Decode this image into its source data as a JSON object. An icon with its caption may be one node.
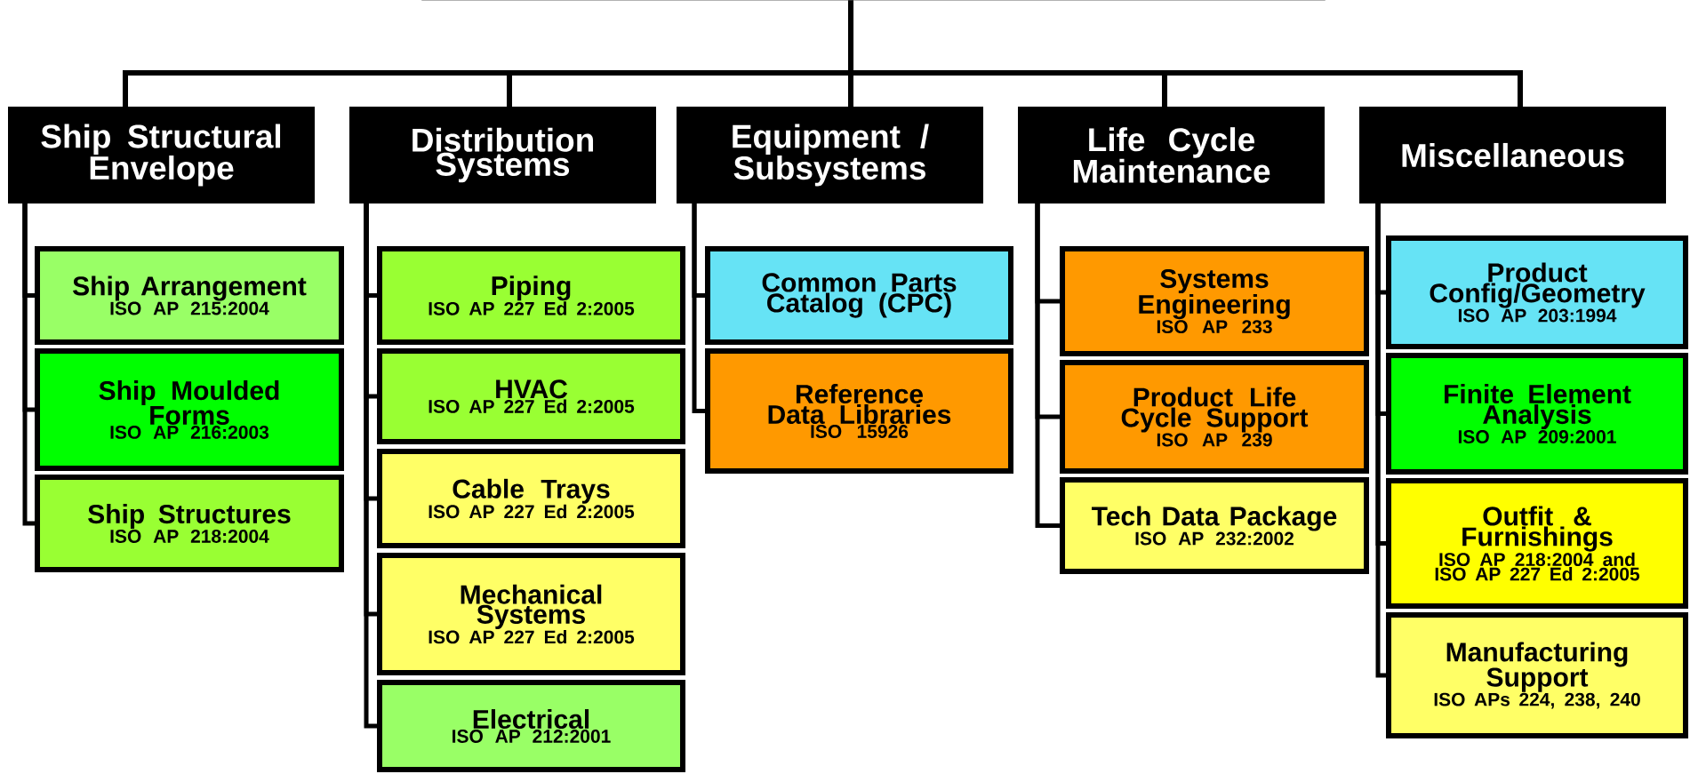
{
  "diagram": {
    "nodes": [
      {
        "text": [],
        "shape": "box"
      },
      {
        "text": [
          "Ship Structural Envelope"
        ]
      },
      {
        "text": [
          "Distribution Systems"
        ]
      },
      {
        "text": [
          "Equipment / Subsystems"
        ]
      },
      {
        "text": [
          "Life Cycle Maintenance"
        ]
      },
      {
        "text": [
          "Miscellaneous"
        ]
      },
      {
        "text": [
          "Ship Arrangement",
          "ISO AP 215:2004"
        ]
      },
      {
        "text": [
          "Ship Moulded Forms",
          "ISO AP 216:2003"
        ]
      },
      {
        "text": [
          "Ship Structures",
          "ISO AP 218:2004"
        ]
      },
      {
        "text": [
          "Piping",
          "ISO AP 227 Ed 2:2005"
        ]
      },
      {
        "text": [
          "HVAC",
          "ISO AP 227 Ed 2:2005"
        ]
      },
      {
        "text": [
          "Cable Trays",
          "ISO AP 227 Ed 2:2005"
        ]
      },
      {
        "text": [
          "Mechanical Systems",
          "ISO AP 227 Ed 2:2005"
        ]
      },
      {
        "text": [
          "Electrical",
          "ISO AP 212:2001"
        ]
      },
      {
        "text": [
          "Common Parts Catalog (CPC)"
        ]
      },
      {
        "text": [
          "Reference Data Libraries",
          "ISO 15926"
        ]
      },
      {
        "text": [
          "Systems Engineering",
          "ISO AP 233"
        ]
      },
      {
        "text": [
          "Product Life Cycle Support",
          "ISO AP 239"
        ]
      },
      {
        "text": [
          "Tech Data Package",
          "ISO AP 232:2002"
        ]
      },
      {
        "text": [
          "Product Config/Geometry",
          "ISO AP 203:1994"
        ]
      },
      {
        "text": [
          "Finite Element Analysis",
          "ISO AP 209:2001"
        ]
      },
      {
        "text": [
          "Outfit & Furnishings",
          "ISO AP 218:2004 and ISO AP 227 Ed 2:2005"
        ]
      },
      {
        "text": [
          "Manufacturing Support",
          "ISO APs 224, 238, 240"
        ]
      }
    ],
    "edges": [
      {
        "from": 0,
        "to": 1,
        "arrow": "none"
      },
      {
        "from": 0,
        "to": 2,
        "arrow": "none"
      },
      {
        "from": 0,
        "to": 3,
        "arrow": "none"
      },
      {
        "from": 0,
        "to": 4,
        "arrow": "none"
      },
      {
        "from": 0,
        "to": 5,
        "arrow": "none"
      },
      {
        "from": 1,
        "to": 6,
        "arrow": "none"
      },
      {
        "from": 1,
        "to": 7,
        "arrow": "none"
      },
      {
        "from": 1,
        "to": 8,
        "arrow": "none"
      },
      {
        "from": 2,
        "to": 9,
        "arrow": "none"
      },
      {
        "from": 2,
        "to": 10,
        "arrow": "none"
      },
      {
        "from": 2,
        "to": 11,
        "arrow": "none"
      },
      {
        "from": 2,
        "to": 12,
        "arrow": "none"
      },
      {
        "from": 2,
        "to": 13,
        "arrow": "none"
      },
      {
        "from": 3,
        "to": 14,
        "arrow": "none"
      },
      {
        "from": 3,
        "to": 15,
        "arrow": "none"
      },
      {
        "from": 4,
        "to": 16,
        "arrow": "none"
      },
      {
        "from": 4,
        "to": 17,
        "arrow": "none"
      },
      {
        "from": 4,
        "to": 18,
        "arrow": "none"
      },
      {
        "from": 5,
        "to": 19,
        "arrow": "none"
      },
      {
        "from": 5,
        "to": 20,
        "arrow": "none"
      },
      {
        "from": 5,
        "to": 21,
        "arrow": "none"
      },
      {
        "from": 5,
        "to": 22,
        "arrow": "none"
      }
    ]
  }
}
